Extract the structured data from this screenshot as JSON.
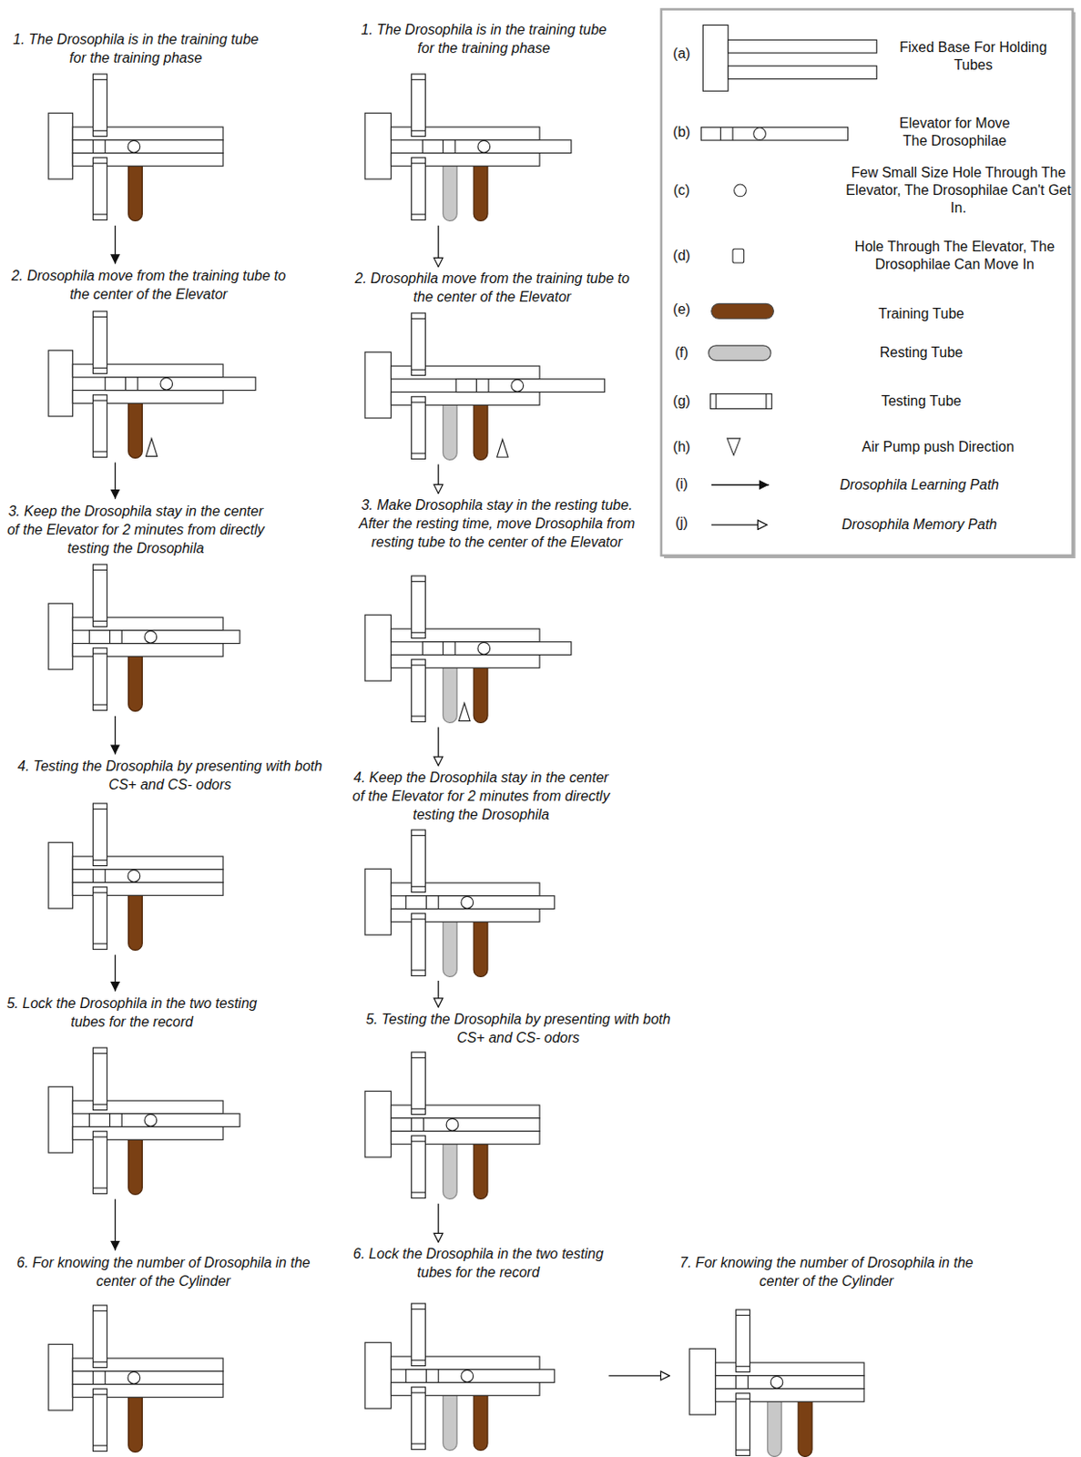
{
  "diagram": {
    "nodes": [
      {
        "text": [
          "1. The Drosophila is in the training tube for the training phase"
        ]
      },
      {
        "text": [
          "2. Drosophila move from the training tube to the center of the Elevator"
        ]
      },
      {
        "text": [
          "3. Keep the Drosophila stay in the center of the Elevator for 2 minutes from directly testing the Drosophila"
        ]
      },
      {
        "text": [
          "4. Testing the Drosophila by presenting with both CS+ and CS- odors"
        ]
      },
      {
        "text": [
          "5. Lock the Drosophila in the two testing tubes for the record"
        ]
      },
      {
        "text": [
          "6. For knowing the number of Drosophila in the center of the Cylinder"
        ]
      },
      {
        "text": [
          "1. The Drosophila is in the training tube for the training phase"
        ]
      },
      {
        "text": [
          "2. Drosophila move from the training tube to the center of the Elevator"
        ]
      },
      {
        "text": [
          "3. Make Drosophila stay in the resting tube. After the resting time, move Drosophila from resting tube to the center of the Elevator"
        ]
      },
      {
        "text": [
          "4. Keep the Drosophila stay in the center of the Elevator for 2 minutes from directly testing the Drosophila"
        ]
      },
      {
        "text": [
          "5. Testing the Drosophila by presenting with both CS+ and CS- odors"
        ]
      },
      {
        "text": [
          "6. Lock the Drosophila in the two testing tubes for the record"
        ]
      },
      {
        "text": [
          "7. For knowing the number of Drosophila in the center of the Cylinder"
        ]
      }
    ],
    "edges": [
      {
        "from": 0,
        "to": 1,
        "arrow": "to"
      },
      {
        "from": 1,
        "to": 2,
        "arrow": "to"
      },
      {
        "from": 2,
        "to": 3,
        "arrow": "to"
      },
      {
        "from": 3,
        "to": 4,
        "arrow": "to"
      },
      {
        "from": 4,
        "to": 5,
        "arrow": "to"
      },
      {
        "from": 6,
        "to": 7,
        "arrow": "to"
      },
      {
        "from": 7,
        "to": 8,
        "arrow": "to"
      },
      {
        "from": 8,
        "to": 9,
        "arrow": "to"
      },
      {
        "from": 9,
        "to": 10,
        "arrow": "to"
      },
      {
        "from": 10,
        "to": 11,
        "arrow": "to"
      },
      {
        "from": 11,
        "to": 12,
        "arrow": "to"
      }
    ],
    "labels": [
      "(a)",
      "(b)",
      "(c)",
      "(d)",
      "(e)",
      "(f)",
      "(g)",
      "(h)",
      "(i)",
      "(j)"
    ],
    "legend": [
      {
        "text": "Fixed Base For Holding Tubes"
      },
      {
        "text": "Elevator for Move The Drosophilae"
      },
      {
        "text": "Few Small Size Hole Through The Elevator, The Drosophilae Can't Get In."
      },
      {
        "text": "Hole Through The Elevator, The Drosophilae Can Move In"
      },
      {
        "text": "Training Tube",
        "color": "#7a4014"
      },
      {
        "text": "Resting Tube",
        "color": "#c8c8c8"
      },
      {
        "text": "Testing Tube"
      },
      {
        "text": "Air Pump push Direction"
      },
      {
        "text": "Drosophila Learning Path"
      },
      {
        "text": "Drosophila Memory Path"
      }
    ]
  }
}
